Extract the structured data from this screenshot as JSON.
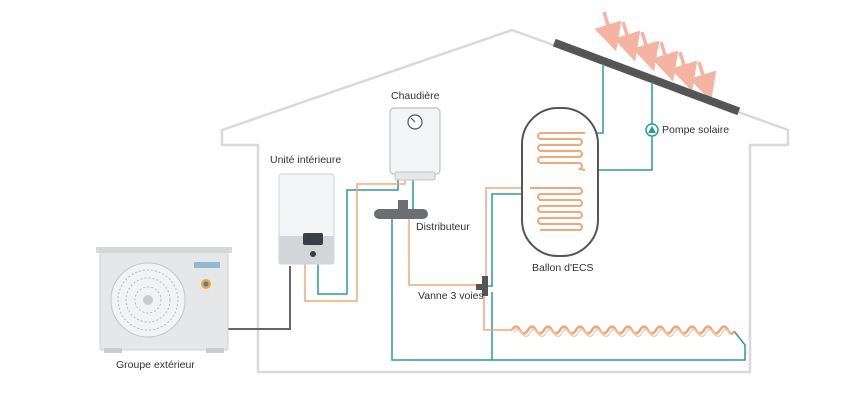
{
  "labels": {
    "outdoor_unit": "Groupe extérieur",
    "indoor_unit": "Unité intérieure",
    "boiler": "Chaudière",
    "distributor": "Distributeur",
    "three_way_valve": "Vanne 3 voies",
    "water_tank": "Ballon d'ECS",
    "solar_pump": "Pompe solaire"
  },
  "colors": {
    "house_outline": "#d9d9d9",
    "hot_pipe": "#f0a77b",
    "cold_pipe": "#2a9a96",
    "gas_pipe": "#555555",
    "solar_panel": "#555555",
    "sun_rays": "#f5b3a1"
  }
}
